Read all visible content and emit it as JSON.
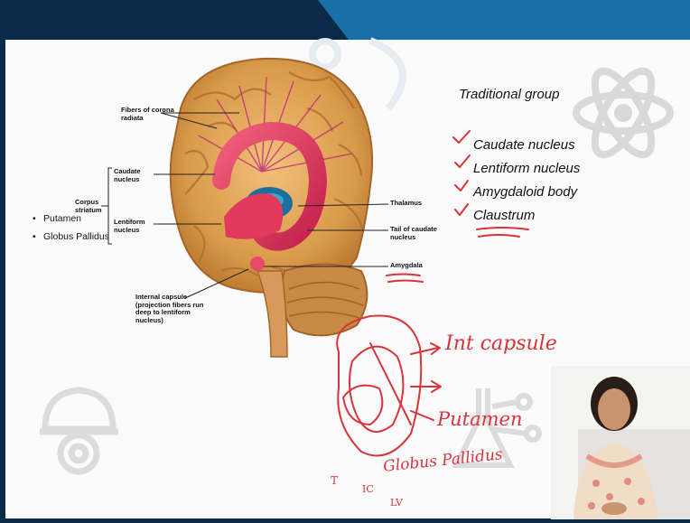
{
  "diagram": {
    "side_items": [
      "Putamen",
      "Globus Pallidus"
    ],
    "labels": {
      "fibers": "Fibers of corona radiata",
      "corpus": "Corpus striatum",
      "caudate": "Caudate nucleus",
      "lentiform": "Lentiform nucleus",
      "thalamus": "Thalamus",
      "tail": "Tail of caudate nucleus",
      "amygdala": "Amygdala",
      "internal": "Internal capsule (projection fibers run deep to lentiform nucleus)"
    }
  },
  "traditional_group": {
    "title": "Traditional group",
    "items": [
      "Caudate nucleus",
      "Lentiform nucleus",
      "Amygdaloid body",
      "Claustrum"
    ]
  },
  "annotations": {
    "int_capsule": "Int capsule",
    "putamen": "Putamen",
    "globus_pallidus": "Globus Pallidus",
    "t": "T",
    "ic": "IC",
    "lv": "LV"
  },
  "colors": {
    "brand_dark": "#0b2a4a",
    "brand_blue": "#1b6fa8",
    "ink_red": "#d8343c"
  }
}
